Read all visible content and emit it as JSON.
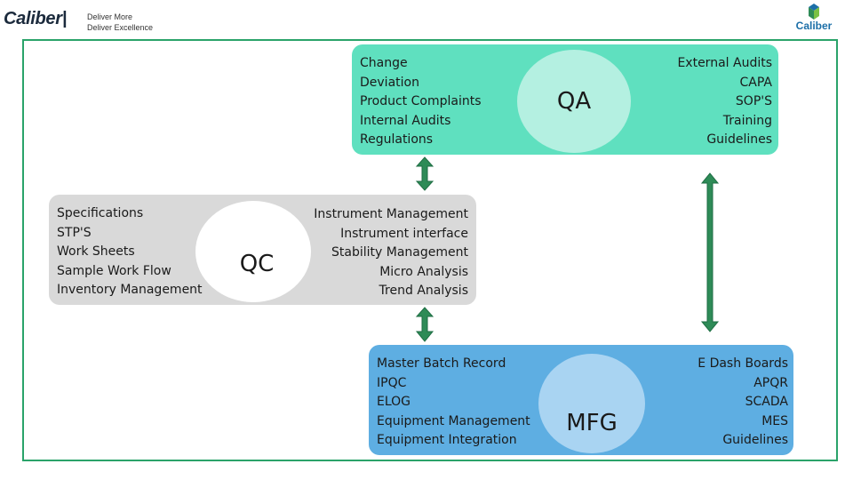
{
  "header": {
    "brand": "Caliber|",
    "tagline_line1": "Deliver More",
    "tagline_line2": "Deliver Excellence",
    "right_logo_text": "Caliber"
  },
  "qa": {
    "label": "QA",
    "left_items": [
      "Change",
      "Deviation",
      "Product Complaints",
      "Internal Audits",
      "Regulations"
    ],
    "right_items": [
      "External Audits",
      "CAPA",
      "SOP'S",
      "Training",
      "Guidelines"
    ]
  },
  "qc": {
    "label": "QC",
    "left_items": [
      "Specifications",
      "STP'S",
      "Work Sheets",
      "Sample Work Flow",
      "Inventory Management"
    ],
    "right_items": [
      "Instrument Management",
      "Instrument interface",
      "Stability Management",
      "Micro Analysis",
      "Trend Analysis"
    ]
  },
  "mfg": {
    "label": "MFG",
    "left_items": [
      "Master Batch Record",
      "IPQC",
      "ELOG",
      "Equipment Management",
      "Equipment Integration"
    ],
    "right_items": [
      "E Dash Boards",
      "APQR",
      "SCADA",
      "MES",
      "Guidelines"
    ]
  },
  "colors": {
    "frame": "#2aa36a",
    "qa_band": "#5fe0bf",
    "qa_circle": "#b4f0e1",
    "qc_band": "#d9d9d9",
    "qc_circle": "#ffffff",
    "mfg_band": "#5eaee2",
    "mfg_circle": "#a9d4f2",
    "arrow": "#2e8b57"
  }
}
